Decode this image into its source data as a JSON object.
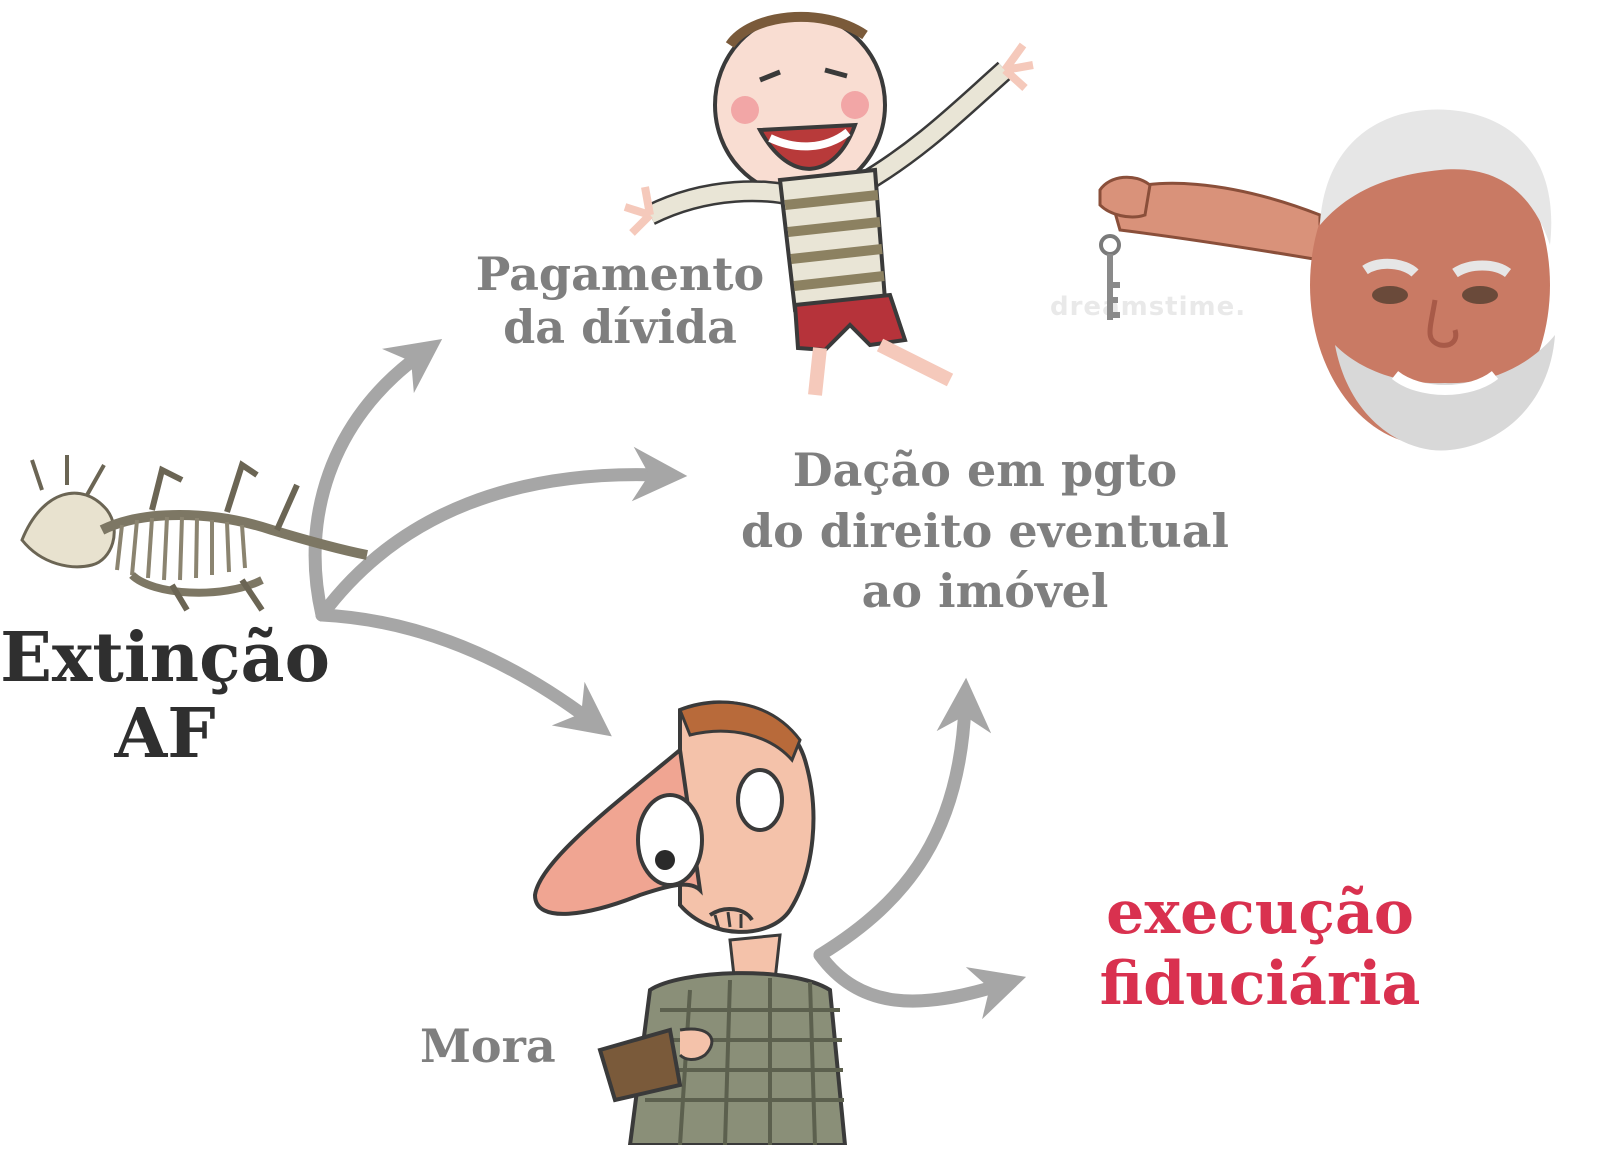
{
  "diagram": {
    "origin_label": "Extinção\nAF",
    "branches": {
      "payment": "Pagamento\nda dívida",
      "dacao": "Dação em pgto\ndo direito eventual\nao imóvel",
      "mora": "Mora",
      "execucao": "execução\nfiduciária"
    },
    "colors": {
      "origin_text": "#2f2f2f",
      "branch_text": "#7f7f7f",
      "execucao_text": "#d9314f",
      "arrow": "#a6a6a6"
    },
    "illustrations": {
      "skeleton": "dinosaur-skeleton-icon",
      "happy_child": "happy-child-icon",
      "old_man_with_key": "old-man-holding-key-icon",
      "worried_man": "worried-man-with-wallet-icon"
    },
    "watermark": "dreamstime."
  }
}
